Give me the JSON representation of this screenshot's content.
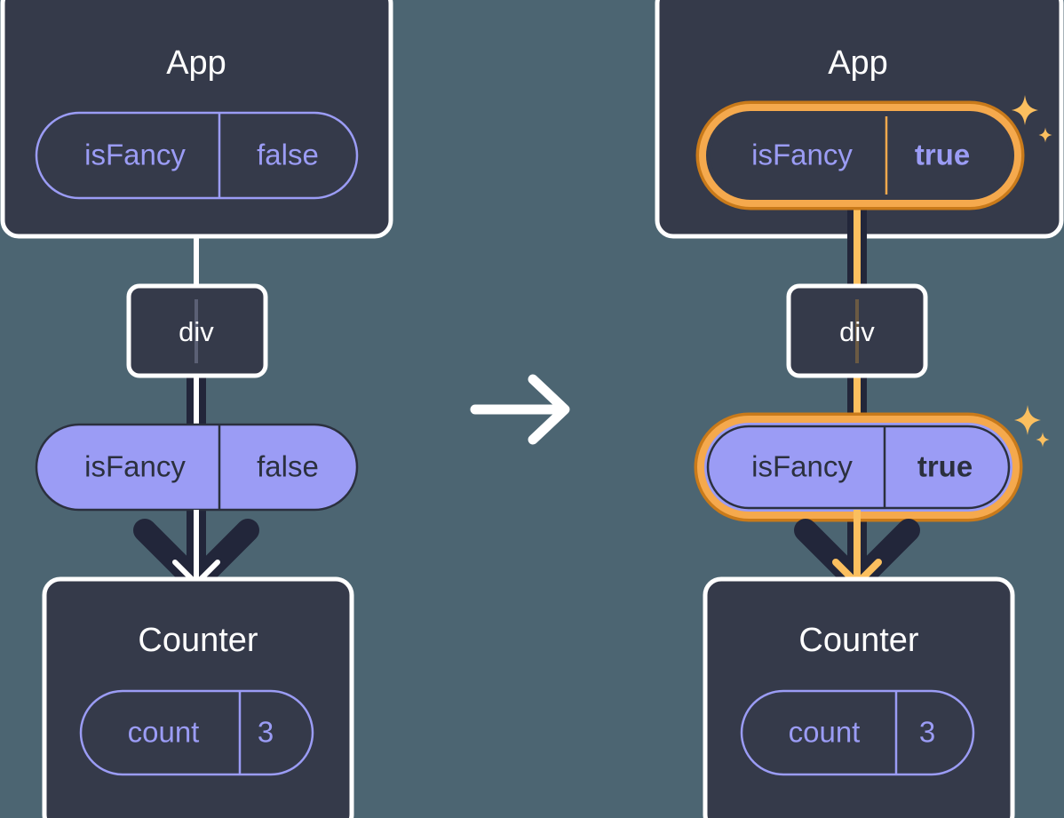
{
  "theme": {
    "background": "#4c6572",
    "panel_fill": "#353a4a",
    "panel_border": "#ffffff",
    "accent_purple": "#9b9cf5",
    "text_dark": "#2b303e",
    "highlight_orange_outer": "#c97a1a",
    "highlight_orange_inner": "#f5a94d",
    "sparkle_color": "#fbbf5f",
    "wire_dark": "#22263a",
    "wire_white": "#ffffff",
    "wire_orange": "#fbbf5f"
  },
  "diagram": {
    "type": "react-state-propagation",
    "transition_icon": "arrow-right-icon",
    "panels": [
      {
        "id": "before",
        "app": {
          "title": "App",
          "state_pill": {
            "key": "isFancy",
            "value": "false",
            "style": "outline",
            "highlighted": false,
            "bold_value": false
          }
        },
        "div": {
          "label": "div"
        },
        "prop_pill": {
          "key": "isFancy",
          "value": "false",
          "style": "filled",
          "highlighted": false,
          "bold_value": false
        },
        "counter": {
          "title": "Counter",
          "state_pill": {
            "key": "count",
            "value": "3",
            "style": "outline",
            "highlighted": false,
            "bold_value": false
          }
        },
        "wire_color": "#ffffff",
        "sparkles": false
      },
      {
        "id": "after",
        "app": {
          "title": "App",
          "state_pill": {
            "key": "isFancy",
            "value": "true",
            "style": "outline",
            "highlighted": true,
            "bold_value": true
          }
        },
        "div": {
          "label": "div"
        },
        "prop_pill": {
          "key": "isFancy",
          "value": "true",
          "style": "filled",
          "highlighted": true,
          "bold_value": true
        },
        "counter": {
          "title": "Counter",
          "state_pill": {
            "key": "count",
            "value": "3",
            "style": "outline",
            "highlighted": false,
            "bold_value": false
          }
        },
        "wire_color": "#fbbf5f",
        "sparkles": true
      }
    ]
  }
}
